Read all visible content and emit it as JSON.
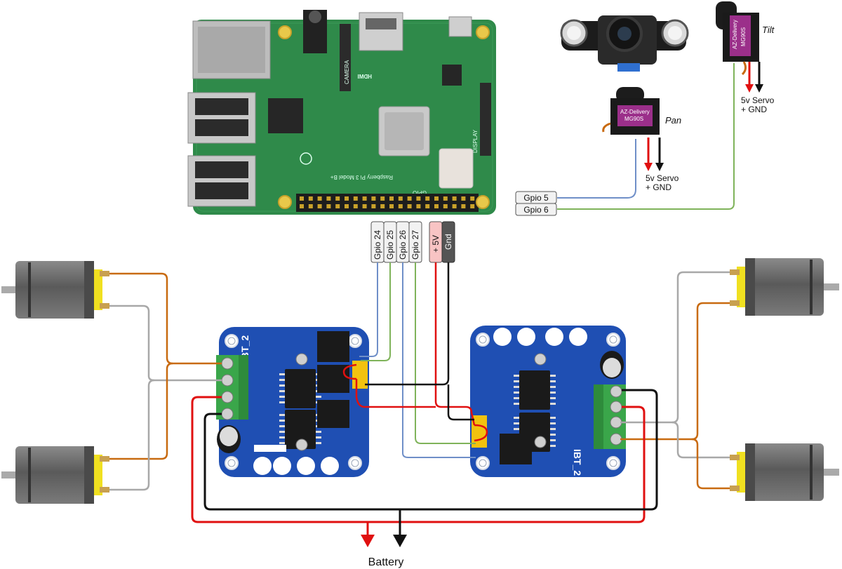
{
  "labels": {
    "gpio5": "Gpio 5",
    "gpio6": "Gpio 6",
    "gpio24": "Gpio 24",
    "gpio25": "Gpio 25",
    "gpio26": "Gpio 26",
    "gpio27": "Gpio 27",
    "plus5v": "+ 5V",
    "gnd": "Gnd",
    "tilt": "Tilt",
    "pan": "Pan",
    "servo_power_line1": "5v Servo",
    "servo_power_line2": "+ GND",
    "battery": "Battery"
  },
  "boards": {
    "rpi_hdmi": "HDMI",
    "rpi_camera": "CAMERA",
    "rpi_display": "DISPLAY",
    "rpi_model": "Raspberry Pi 3 Model B+",
    "rpi_gpio": "GPIO",
    "motor_driver_name": "IBT_2",
    "servo_brand": "AZ-Delivery",
    "servo_model": "MG90S"
  },
  "colors": {
    "wire_blue": "#6f8fc8",
    "wire_green": "#7fb35a",
    "wire_red": "#e01010",
    "wire_black": "#111111",
    "wire_orange": "#c86a10",
    "wire_gray": "#a8a8a8",
    "pcb_green": "#2f8a4a",
    "driver_blue": "#1f4fb3",
    "motor_gray": "#6b6b6b",
    "terminal_green": "#3aa64a",
    "header_yellow": "#f2c20f"
  }
}
